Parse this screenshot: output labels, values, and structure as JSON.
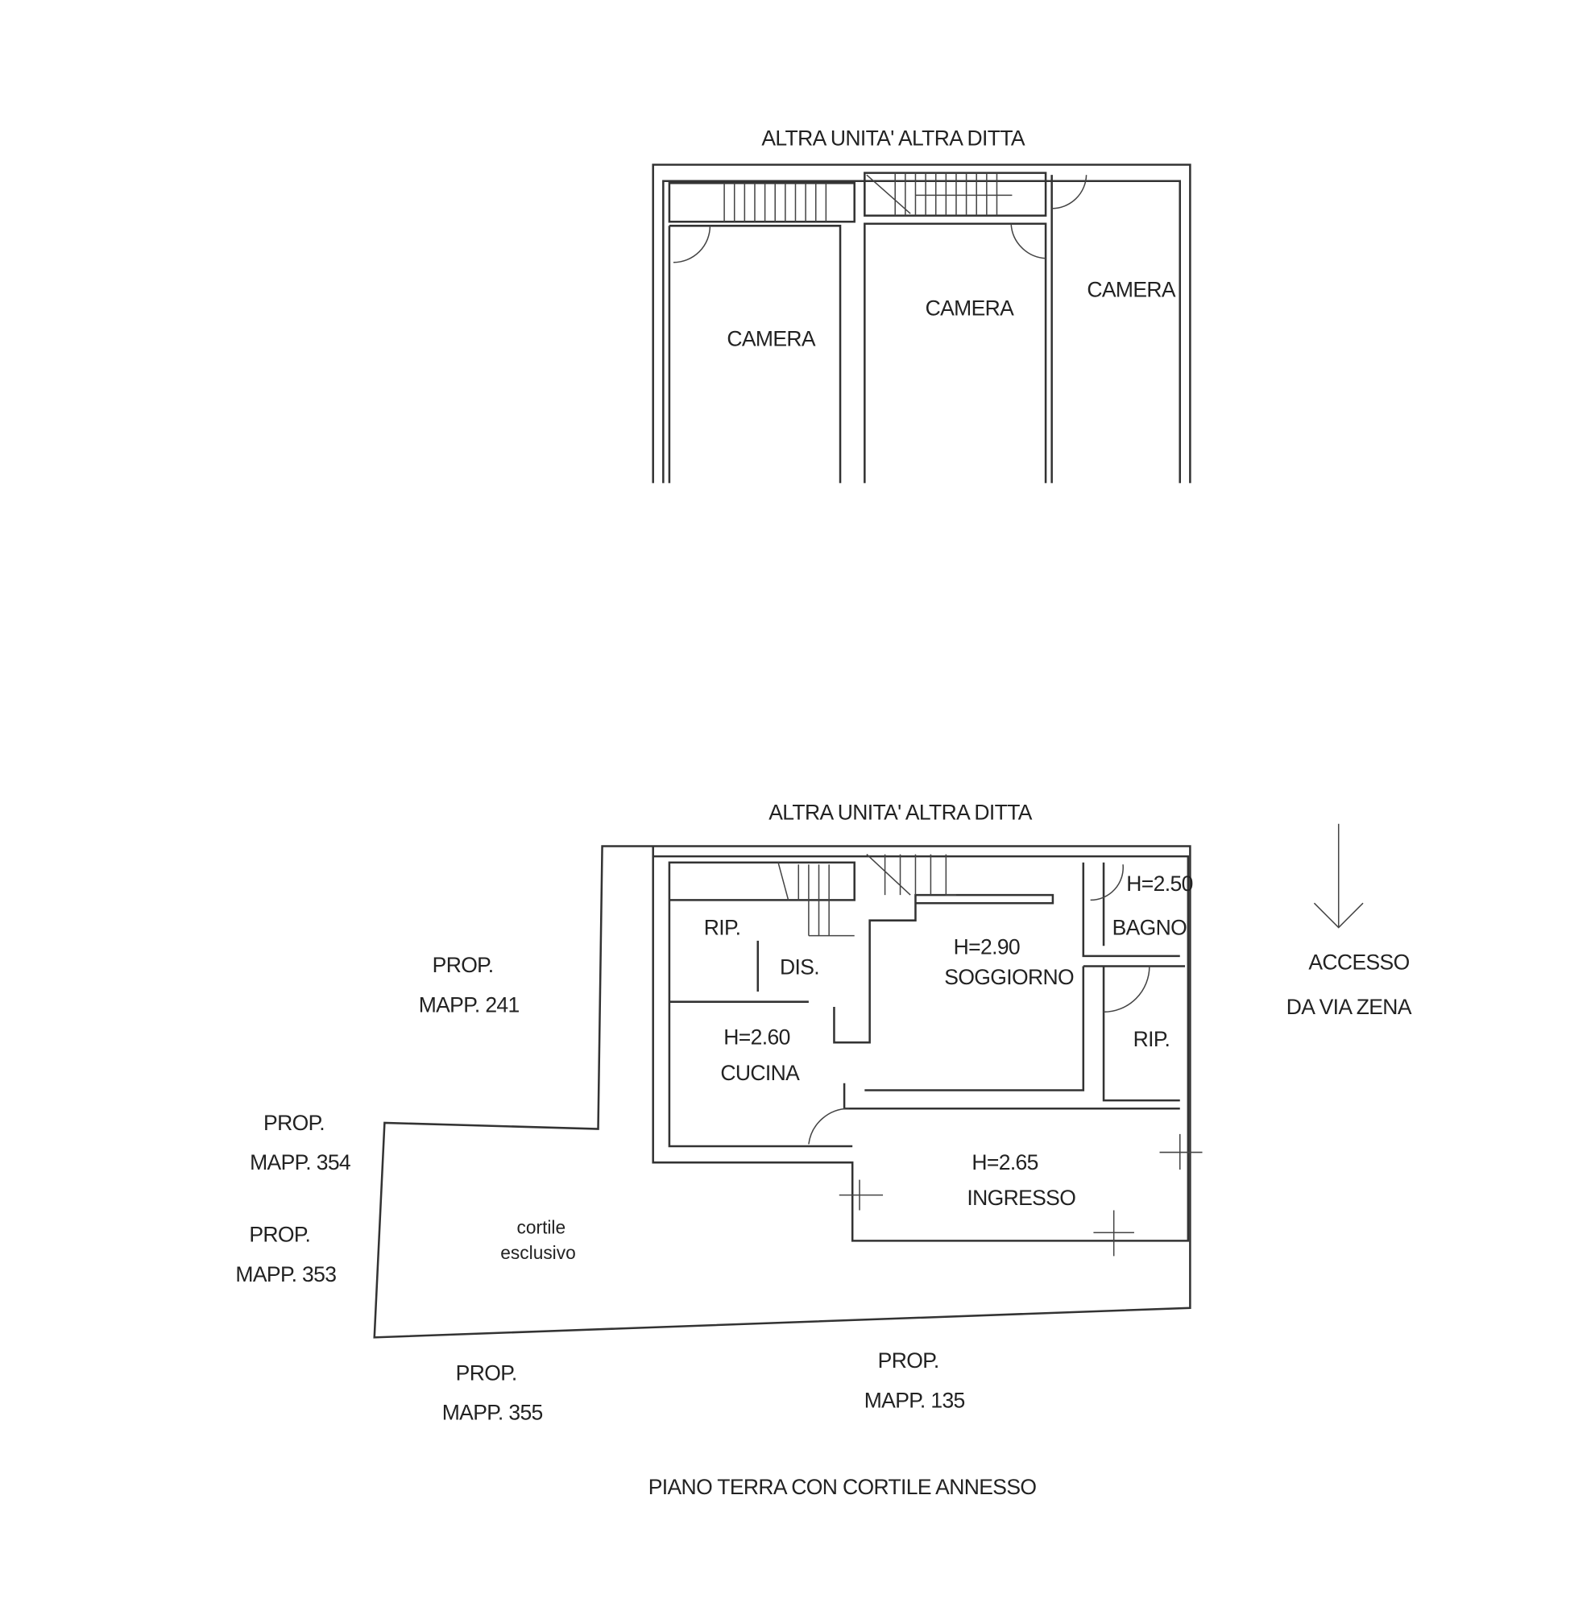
{
  "upper_floor": {
    "neighbor_label": "ALTRA UNITA' ALTRA DITTA",
    "rooms": [
      "CAMERA",
      "CAMERA",
      "CAMERA"
    ]
  },
  "ground_floor": {
    "neighbor_label": "ALTRA UNITA' ALTRA DITTA",
    "rooms": {
      "rip1": "RIP.",
      "dis": "DIS.",
      "soggiorno_h": "H=2.90",
      "soggiorno": "SOGGIORNO",
      "bagno_h": "H=2.50",
      "bagno": "BAGNO",
      "rip2": "RIP.",
      "cucina_h": "H=2.60",
      "cucina": "CUCINA",
      "ingresso_h": "H=2.65",
      "ingresso": "INGRESSO"
    },
    "courtyard": [
      "cortile",
      "esclusivo"
    ],
    "access": [
      "ACCESSO",
      "DA VIA ZENA"
    ],
    "neighbors": [
      {
        "l1": "PROP.",
        "l2": "MAPP. 241"
      },
      {
        "l1": "PROP.",
        "l2": "MAPP. 354"
      },
      {
        "l1": "PROP.",
        "l2": "MAPP. 353"
      },
      {
        "l1": "PROP.",
        "l2": "MAPP. 355"
      },
      {
        "l1": "PROP.",
        "l2": "MAPP. 135"
      }
    ],
    "caption": "PIANO TERRA CON CORTILE ANNESSO"
  }
}
